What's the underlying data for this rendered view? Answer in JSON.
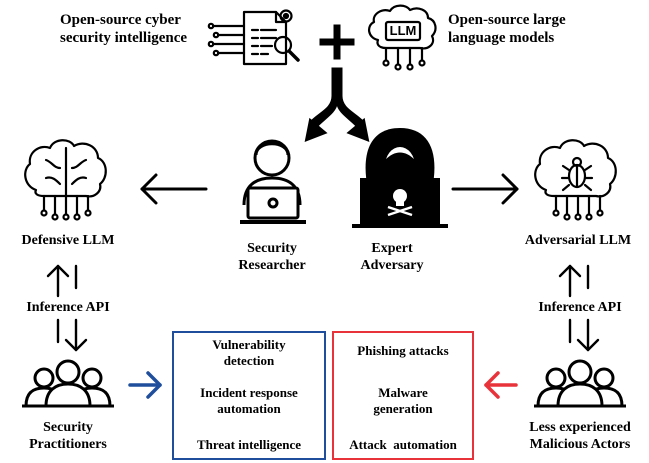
{
  "top": {
    "osint_label_line1": "Open-source cyber",
    "osint_label_line2": "security intelligence",
    "llm_label_line1": "Open-source large",
    "llm_label_line2": "language models",
    "llm_chip_text": "LLM",
    "plus": "+"
  },
  "actors": {
    "researcher_line1": "Security",
    "researcher_line2": "Researcher",
    "adversary_line1": "Expert",
    "adversary_line2": "Adversary"
  },
  "left": {
    "model_label": "Defensive LLM",
    "api_label": "Inference API",
    "users_line1": "Security",
    "users_line2": "Practitioners"
  },
  "right": {
    "model_label": "Adversarial LLM",
    "api_label": "Inference API",
    "users_line1": "Less experienced",
    "users_line2": "Malicious Actors"
  },
  "defensive_uses": {
    "item1_line1": "Vulnerability",
    "item1_line2": "detection",
    "item2_line1": "Incident response",
    "item2_line2": "automation",
    "item3": "Threat intelligence"
  },
  "offensive_uses": {
    "item1": "Phishing attacks",
    "item2_line1": "Malware",
    "item2_line2": "generation",
    "item3": "Attack  automation"
  },
  "colors": {
    "defensive_box": "#1f4e9c",
    "offensive_box": "#e8333a",
    "defensive_arrow": "#1f4e9c",
    "offensive_arrow": "#e8333a"
  }
}
